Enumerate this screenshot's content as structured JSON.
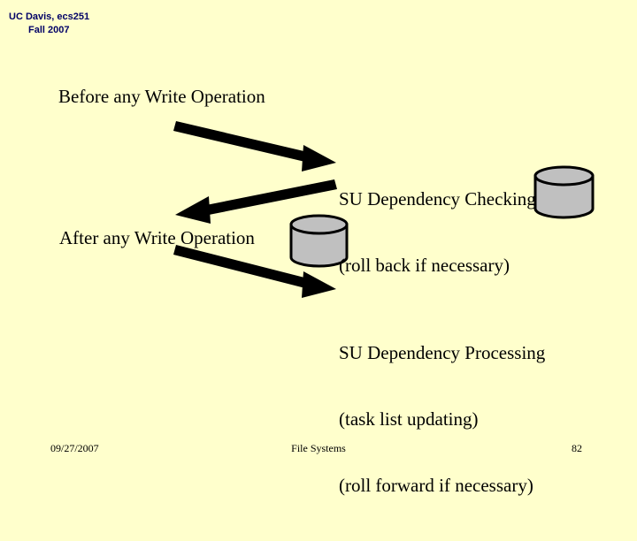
{
  "slide": {
    "background_color": "#ffffcc",
    "text_color": "#000000",
    "header_color": "#000066",
    "shape_fill": "#c0c0c0",
    "shape_stroke": "#000000"
  },
  "header": {
    "line1": "UC Davis, ecs251",
    "line2": "Fall 2007"
  },
  "labels": {
    "before_write": "Before any Write Operation",
    "after_write": "After any Write Operation"
  },
  "blocks": {
    "checking": {
      "line1": "SU Dependency Checking",
      "line2": "(roll back if necessary)"
    },
    "processing": {
      "line1": "SU Dependency Processing",
      "line2": "(task list updating)",
      "line3": "(roll forward if necessary)"
    }
  },
  "shapes": {
    "cylinder_top_name": "disk-cylinder-top",
    "cylinder_bottom_name": "disk-cylinder-bottom"
  },
  "arrows": {
    "arrow1_name": "arrow-before-to-checking",
    "arrow2_name": "arrow-checking-to-after",
    "arrow3_name": "arrow-after-to-processing"
  },
  "footer": {
    "date": "09/27/2007",
    "title": "File Systems",
    "page": "82"
  }
}
